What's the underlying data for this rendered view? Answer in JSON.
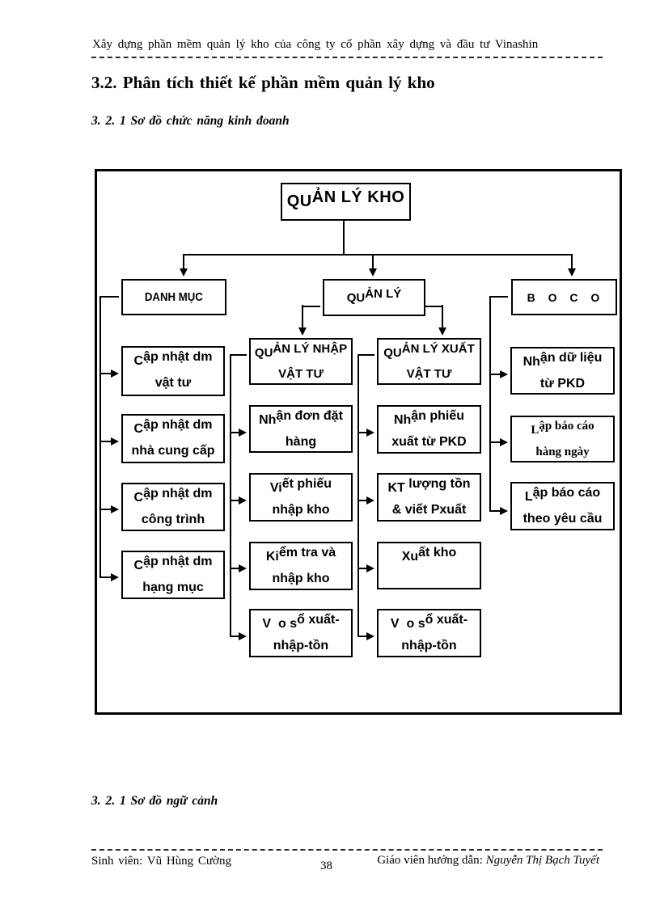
{
  "colors": {
    "ink": "#000000",
    "paper": "#ffffff"
  },
  "page": {
    "running_header": "Xây dựng phần mềm quản lý kho của công ty cổ phần xây dựng và đầu tư Vinashin",
    "section_title": "3.2. Phân tích thiết kế phần mềm quản lý kho",
    "subsection_title": "3. 2. 1 Sơ đồ chức năng kinh đoanh",
    "bottom_subsection_title": "3. 2. 1 Sơ đồ ngữ cảnh",
    "footer": {
      "student": "Sinh viên:  Vũ Hùng Cường",
      "page_number": "38",
      "supervisor_label": "Giáo viên hướng dẫn: ",
      "supervisor_name": "Nguyễn Thị Bạch Tuyết"
    }
  },
  "diagram": {
    "root": {
      "l1a": "QU",
      "l1b": "ẢN LÝ KHO"
    },
    "danh_muc": {
      "label": "DANH MỤC"
    },
    "quan_ly": {
      "l1a": "QU",
      "l1b": "ẢN LÝ"
    },
    "bao_cao": {
      "label": "B O C O"
    },
    "danh_muc_children": [
      {
        "l1a": "C",
        "l1b": "ập nhật dm",
        "l2": "vật tư"
      },
      {
        "l1a": "C",
        "l1b": "ập nhật dm",
        "l2": "nhà cung cấp"
      },
      {
        "l1a": "C",
        "l1b": "ập nhật dm",
        "l2": "công trình"
      },
      {
        "l1a": "C",
        "l1b": "ập nhật dm",
        "l2": "hạng mục"
      }
    ],
    "nhap": {
      "header": {
        "l1a": "QU",
        "l1b": "ẢN LÝ NHẬP",
        "l2": "VẬT TƯ"
      },
      "children": [
        {
          "l1a": "Nh",
          "l1b": "ận đơn đặt",
          "l2": "hàng"
        },
        {
          "l1a": "Vi",
          "l1b": "ết phiếu",
          "l2": "nhập kho"
        },
        {
          "l1a": "Ki",
          "l1b": "ểm tra và",
          "l2": "nhập kho"
        },
        {
          "l1a": "V  o s",
          "l1b": "ổ xuất-",
          "l2": "nhập-tồn"
        }
      ]
    },
    "xuat": {
      "header": {
        "l1a": "QU",
        "l1b": "ẢN LÝ XUẤT",
        "l2": "VẬT TƯ"
      },
      "children": [
        {
          "l1a": "Nh",
          "l1b": "ận phiếu",
          "l2": "xuất từ PKD"
        },
        {
          "l1a": "KT ",
          "l1b": "lượng tồn",
          "l2": "& viết Pxuất"
        },
        {
          "l1a": "Xu",
          "l1b": "ất kho",
          "l2": ""
        },
        {
          "l1a": "V  o s",
          "l1b": "ổ xuất-",
          "l2": "nhập-tồn"
        }
      ]
    },
    "bao_cao_children": [
      {
        "l1a": "Nh",
        "l1b": "ận dữ liệu",
        "l2": "từ PKD"
      },
      {
        "l1a": "L",
        "l1b": "ập báo cáo",
        "l2": "hàng ngày"
      },
      {
        "l1a": "L",
        "l1b": "ập báo cáo",
        "l2": "theo yêu cầu"
      }
    ]
  }
}
